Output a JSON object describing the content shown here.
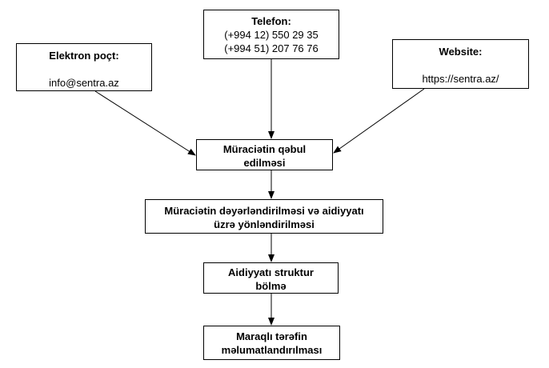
{
  "nodes": {
    "email": {
      "title": "Elektron poçt:",
      "value": "info@sentra.az"
    },
    "phone": {
      "title": "Telefon:",
      "line1": "(+994 12) 550 29 35",
      "line2": "(+994 51) 207 76 76"
    },
    "website": {
      "title": "Website:",
      "value": "https://sentra.az/"
    },
    "receive": {
      "line1": "Müraciətin qəbul",
      "line2": "edilməsi"
    },
    "evaluate": {
      "line1": "Müraciətin dəyərləndirilməsi və aidiyyatı",
      "line2": "üzrə yönləndirilməsi"
    },
    "structure": {
      "line1": "Aidiyyatı struktur",
      "line2": "bölmə"
    },
    "inform": {
      "line1": "Maraqlı tərəfin",
      "line2": "məlumatlandırılması"
    }
  },
  "edges": [
    {
      "from": "email",
      "to": "receive"
    },
    {
      "from": "phone",
      "to": "receive"
    },
    {
      "from": "website",
      "to": "receive"
    },
    {
      "from": "receive",
      "to": "evaluate"
    },
    {
      "from": "evaluate",
      "to": "structure"
    },
    {
      "from": "structure",
      "to": "inform"
    }
  ],
  "colors": {
    "stroke": "#000000",
    "fill": "#ffffff",
    "text": "#000000"
  }
}
